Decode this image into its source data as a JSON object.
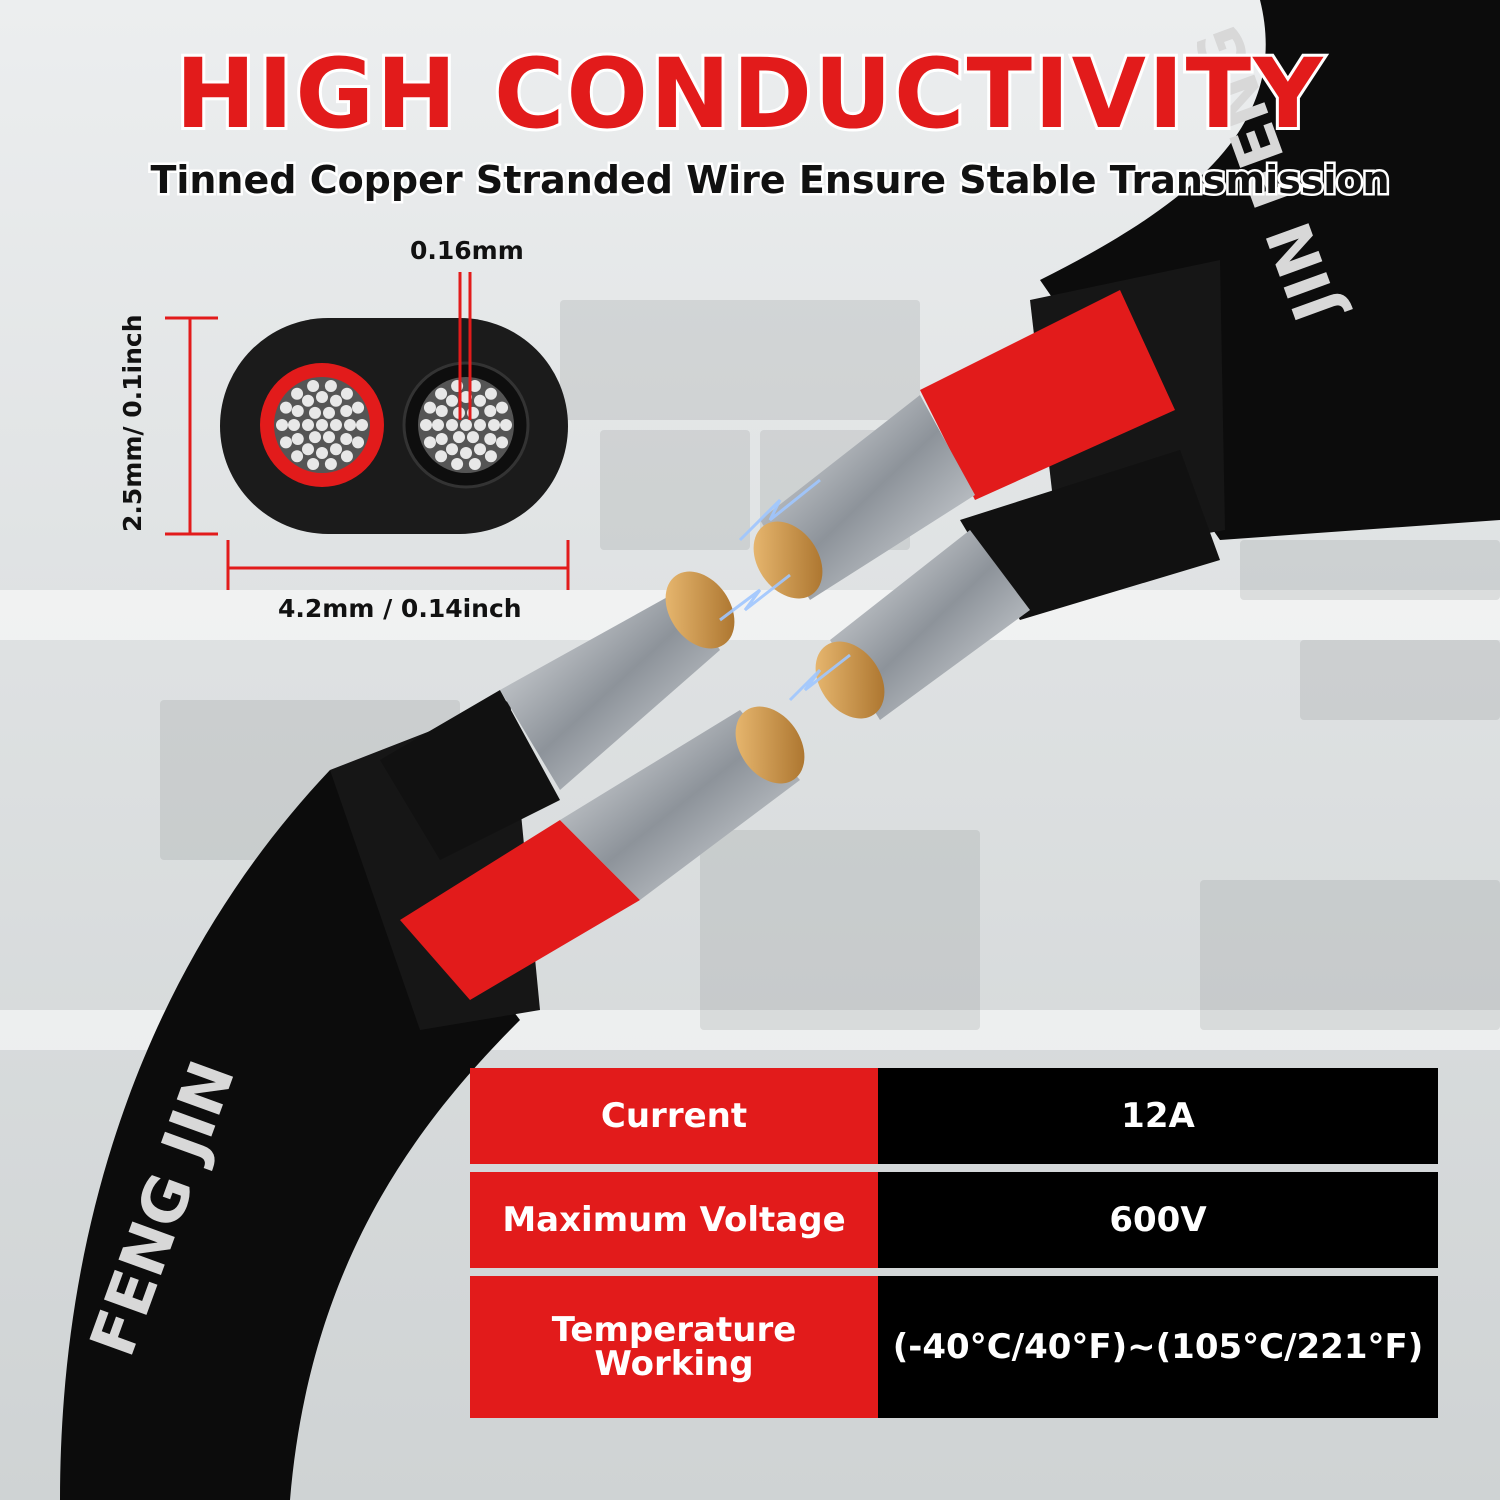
{
  "header": {
    "title": "HIGH CONDUCTIVITY",
    "subtitle": "Tinned Copper Stranded Wire Ensure Stable Transmission"
  },
  "dimensions": {
    "strand": "0.16mm",
    "height": "2.5mm/ 0.1inch",
    "width": "4.2mm / 0.14inch"
  },
  "cable_print": {
    "brand_top": "JIN FENG",
    "brand_bottom": "FENG JIN"
  },
  "specs": [
    {
      "label": "Current",
      "value": "12A"
    },
    {
      "label": "Maximum Voltage",
      "value": "600V"
    },
    {
      "label": "Temperature\nWorking",
      "value": "(-40°C/40°F)~(105°C/221°F)"
    }
  ],
  "colors": {
    "accent_red": "#e21b1b",
    "jacket_black": "#0c0c0c",
    "copper": "#c9913e",
    "tinned": "#c8ccd0"
  }
}
